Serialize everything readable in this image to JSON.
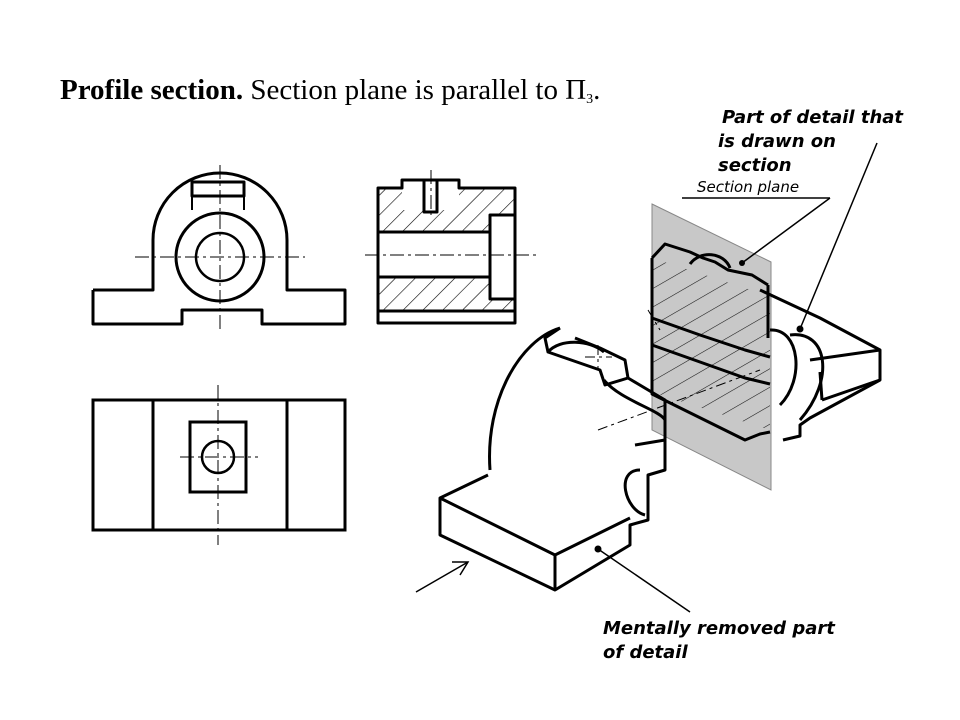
{
  "title": {
    "bold": "Profile section.",
    "rest": " Section plane is parallel to Π",
    "sub": "3",
    "end": "."
  },
  "labels": {
    "part_line1": "Part of detail that",
    "part_line2": "is drawn on",
    "part_line3": "section",
    "section_plane": "Section plane",
    "removed_line1": "Mentally removed part",
    "removed_line2": "of detail"
  },
  "colors": {
    "ink": "#000000",
    "plane_fill": "#c8c8c8",
    "background": "#ffffff"
  }
}
